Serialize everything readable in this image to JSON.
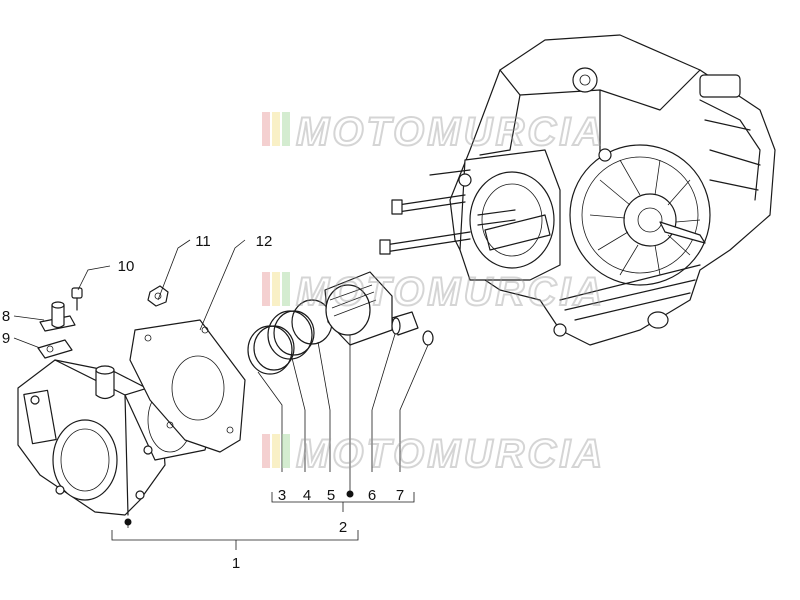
{
  "watermark": {
    "text": "MOTOMURCIA",
    "stripe_colors": [
      "#e8a0a0",
      "#f2e08a",
      "#a8d8a0"
    ]
  },
  "callouts": [
    {
      "id": "1",
      "label": "1"
    },
    {
      "id": "2",
      "label": "2"
    },
    {
      "id": "3",
      "label": "3"
    },
    {
      "id": "4",
      "label": "4"
    },
    {
      "id": "5",
      "label": "5"
    },
    {
      "id": "6",
      "label": "6"
    },
    {
      "id": "7",
      "label": "7"
    },
    {
      "id": "8",
      "label": "8"
    },
    {
      "id": "9",
      "label": "9"
    },
    {
      "id": "10",
      "label": "10"
    },
    {
      "id": "11",
      "label": "11"
    },
    {
      "id": "12",
      "label": "12"
    }
  ]
}
